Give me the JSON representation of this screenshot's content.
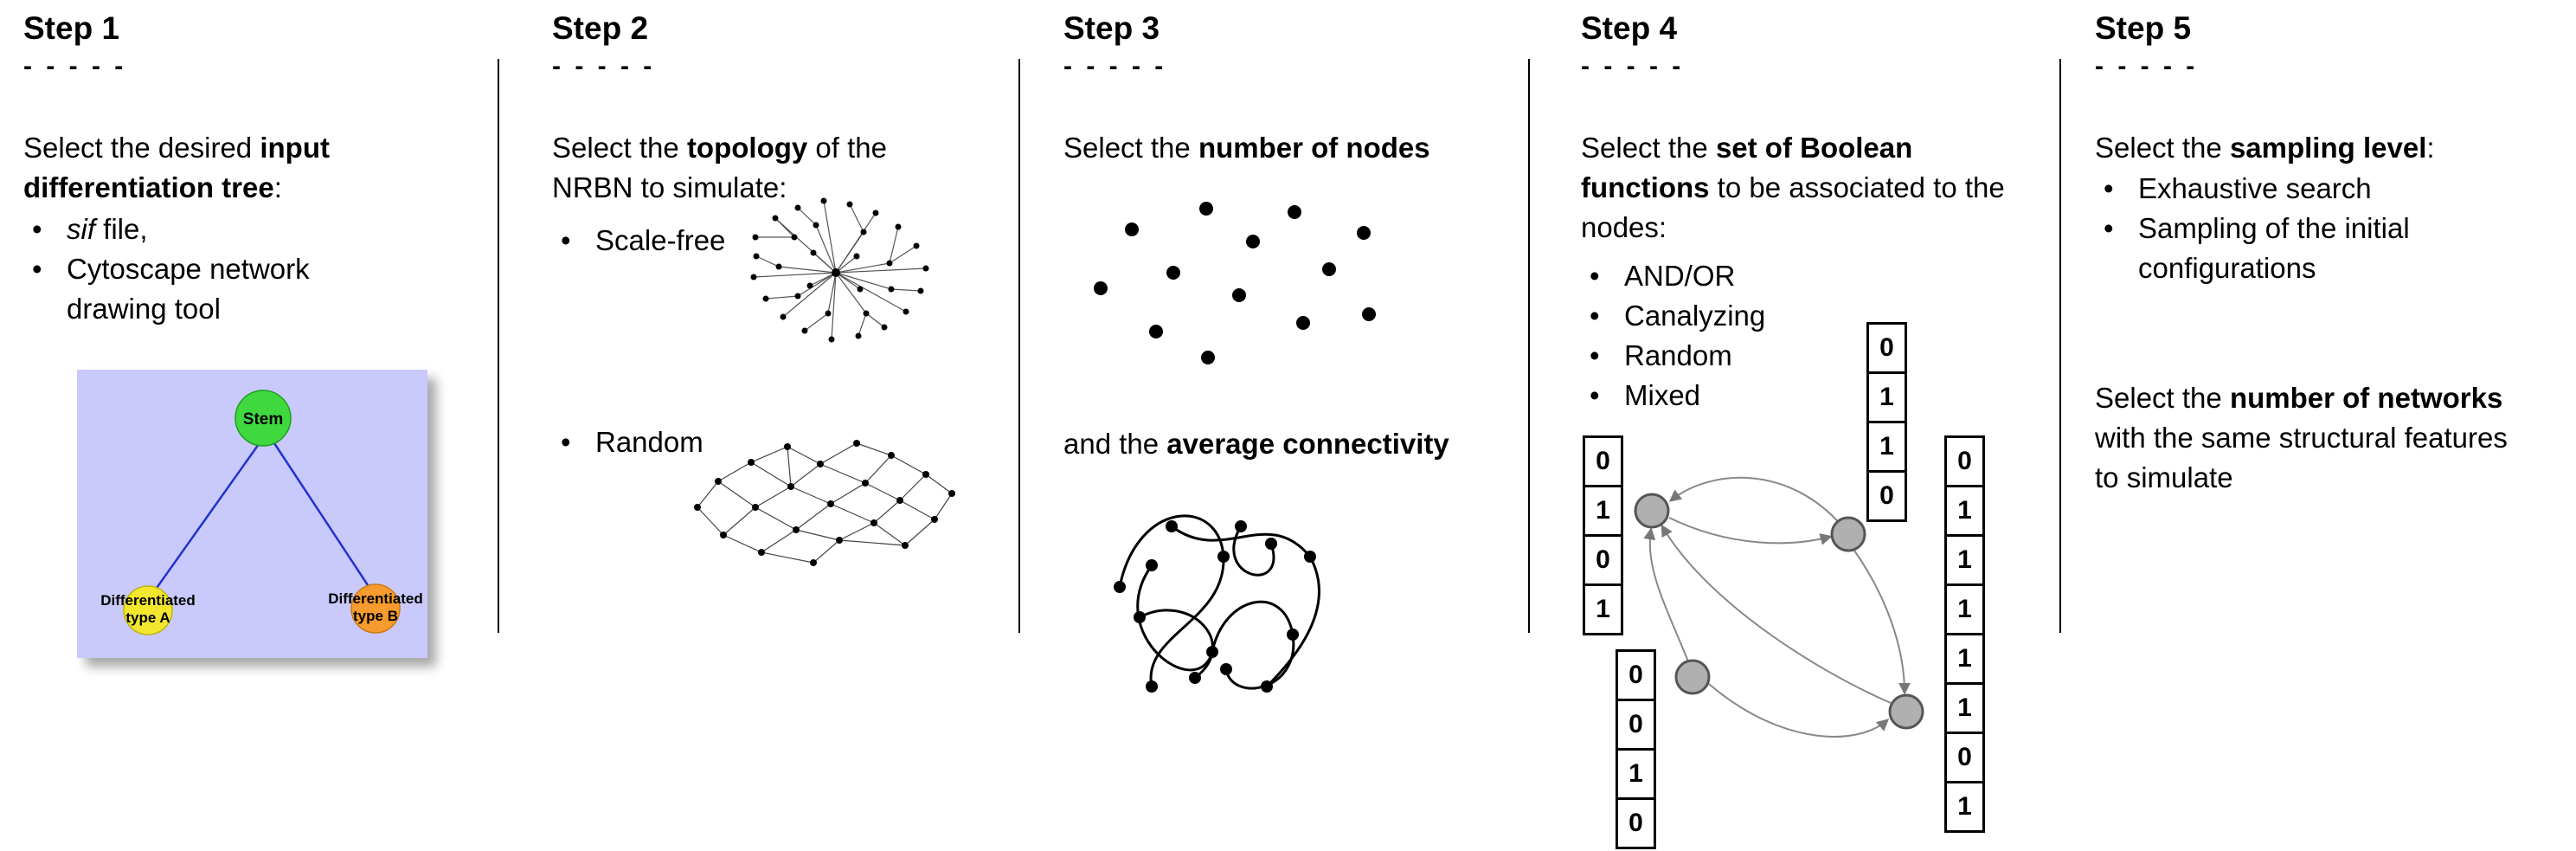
{
  "step1": {
    "title": "Step 1",
    "dashes": "- - - - -",
    "intro": {
      "pre": "Select the desired ",
      "bold": "input differentiation tree",
      "post": ":"
    },
    "bullet1": {
      "italic": "sif",
      "rest": " file,"
    },
    "bullet2": "Cytoscape network drawing tool",
    "tree": {
      "root": "Stem",
      "left_line1": "Differentiated",
      "left_line2": "type A",
      "right_line1": "Differentiated",
      "right_line2": "type B",
      "colors": {
        "background": "#c9c9fb",
        "root": "#3fd93f",
        "left": "#f2e72e",
        "right": "#f79b2e",
        "edge": "#2233cc"
      }
    }
  },
  "step2": {
    "title": "Step 2",
    "dashes": "- - - - -",
    "intro": {
      "pre": "Select the ",
      "bold": "topology",
      "post": " of the NRBN to simulate:"
    },
    "bullet1": "Scale-free",
    "bullet2": "Random"
  },
  "step3": {
    "title": "Step 3",
    "dashes": "- - - - -",
    "intro": {
      "pre": "Select the ",
      "bold": "number of nodes"
    },
    "text2": {
      "pre": "and the ",
      "bold": "average connectivity"
    }
  },
  "step4": {
    "title": "Step 4",
    "dashes": "- - - - -",
    "intro": {
      "pre": "Select the ",
      "bold": "set of Boolean functions",
      "post": " to be associated to the nodes:"
    },
    "bullets": [
      "AND/OR",
      "Canalyzing",
      "Random",
      "Mixed"
    ],
    "tables": {
      "left": [
        "0",
        "1",
        "0",
        "1"
      ],
      "top": [
        "0",
        "1",
        "1",
        "0"
      ],
      "bottom_left": [
        "0",
        "0",
        "1",
        "0"
      ],
      "right": [
        "0",
        "1",
        "1",
        "1",
        "1",
        "1",
        "0",
        "1"
      ]
    }
  },
  "step5": {
    "title": "Step 5",
    "dashes": "- - - - -",
    "intro": {
      "pre": "Select the ",
      "bold": "sampling level",
      "post": ":"
    },
    "bullets": [
      "Exhaustive search",
      "Sampling of the initial configurations"
    ],
    "para2": {
      "pre": "Select the ",
      "bold": "number of networks",
      "post": " with the same structural features to simulate"
    }
  }
}
